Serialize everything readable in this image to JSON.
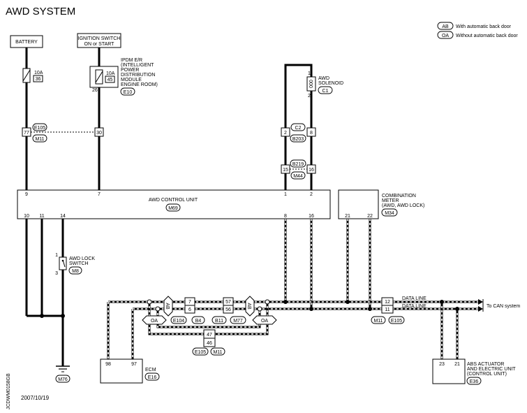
{
  "title": "AWD SYSTEM",
  "legend": [
    {
      "code": "AB",
      "text": "With automatic back door"
    },
    {
      "code": "OA",
      "text": "Without automatic back door"
    }
  ],
  "components": {
    "battery": "BATTERY",
    "ignition": [
      "IGNITION SWITCH",
      "ON or START"
    ],
    "ipdm": {
      "lines": [
        "IPDM E/R",
        "(INTELLIGENT",
        "POWER",
        "DISTRIBUTION",
        "MODULE",
        "ENGINE ROOM)"
      ],
      "connector": "E10",
      "pin": "26"
    },
    "fuse1": {
      "rating": "10A",
      "number": "36"
    },
    "fuse2": {
      "rating": "10A",
      "number": "45"
    },
    "awd_solenoid": {
      "lines": [
        "AWD",
        "SOLENOID"
      ],
      "connector": "C1",
      "pin_top": "1",
      "pin_bottom": "2"
    },
    "awd_control_unit": {
      "name": "AWD CONTROL UNIT",
      "connector": "M69",
      "top_pins": [
        "9",
        "7",
        "1",
        "2"
      ],
      "bottom_pins": [
        "10",
        "11",
        "14",
        "8",
        "16"
      ]
    },
    "combination_meter": {
      "lines": [
        "COMBINATION",
        "METER",
        "(AWD, AWD LOCK)"
      ],
      "connector": "M34",
      "pins": [
        "21",
        "22"
      ]
    },
    "awd_lock_switch": {
      "lines": [
        "AWD LOCK",
        "SWITCH"
      ],
      "connector": "M8",
      "pin_top": "1",
      "pin_bottom": "3"
    },
    "ground": "M76",
    "ecm": {
      "name": "ECM",
      "connector": "E16",
      "pins": [
        "98",
        "97"
      ]
    },
    "abs": {
      "lines": [
        "ABS ACTUATOR",
        "AND ELECTRIC UNIT",
        "(CONTROL UNIT)"
      ],
      "connector": "E36",
      "pins": [
        "23",
        "21"
      ]
    }
  },
  "joints": {
    "j1": {
      "pin_left": "77",
      "pin_right": "30",
      "conn_top": "E105",
      "conn_bottom": "M11"
    },
    "j2": {
      "pin_left": "2",
      "pin_right": "8",
      "conn_top": "C2",
      "conn_bottom": "B203"
    },
    "j3": {
      "pin_left": "15",
      "pin_right": "16",
      "conn_top": "B219",
      "conn_bottom": "M44"
    },
    "j_data": {
      "pin_top": "12",
      "pin_bottom": "11",
      "conn_left": "M11",
      "conn_right": "E105"
    },
    "j_ab_left": {
      "pin_top": "7",
      "pin_bottom": "6"
    },
    "j_ab_right": {
      "pin_top": "57",
      "pin_bottom": "56"
    },
    "j_oa": {
      "pin_top": "47",
      "pin_bottom": "46"
    },
    "labels_mid": [
      "E104",
      "B4",
      "B11",
      "M77"
    ],
    "labels_oa": [
      "E105",
      "M11"
    ],
    "tag_ab": "AB",
    "tag_oa": "OA"
  },
  "data_line_label": "DATA LINE",
  "to_can": "To CAN system",
  "date": "2007/10/19",
  "code": "JCDWM0158GB"
}
